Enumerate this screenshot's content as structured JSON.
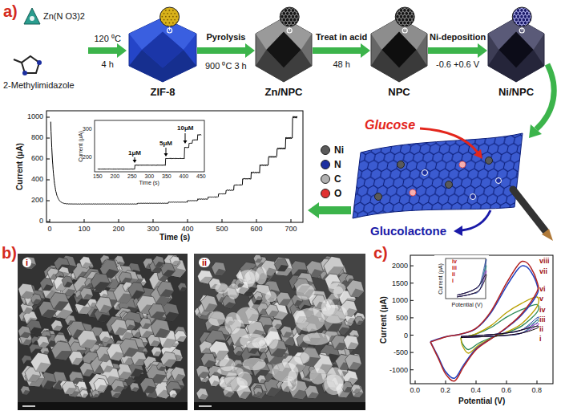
{
  "diagram": {
    "nodes": [
      {
        "text": [
          "ZIF-8"
        ]
      },
      {
        "text": [
          "Zn/NPC"
        ]
      },
      {
        "text": [
          "NPC"
        ]
      },
      {
        "text": [
          "Ni/NPC"
        ]
      }
    ],
    "edges": [
      {
        "from": 0,
        "to": 1,
        "arrow": "to",
        "label": "Pyrolysis"
      },
      {
        "from": 1,
        "to": 2,
        "arrow": "to",
        "label": "Treat in acid"
      },
      {
        "from": 2,
        "to": 3,
        "arrow": "to",
        "label": "Ni-deposition"
      }
    ],
    "labels": [
      "a)",
      "Zn(N O3)2",
      "120 ⁰C",
      "4 h",
      "2-Methylimidazole",
      "900 ⁰C 3 h",
      "48 h",
      "-0.6 +0.6 V",
      "Current (μA)",
      "0",
      "200",
      "400",
      "600",
      "800",
      "1000",
      "0",
      "100",
      "200",
      "300",
      "400",
      "500",
      "600",
      "700",
      "Time (s)",
      "Current (μA)",
      "300",
      "200",
      "150",
      "200",
      "250",
      "300",
      "350",
      "400",
      "450",
      "Time (s)",
      "1μM",
      "5μM",
      "10μM",
      "Glucose",
      "Glucolactone",
      "b)",
      "i",
      "ii",
      "c)",
      "Current (μA)",
      "-1000",
      "-500",
      "0",
      "500",
      "1000",
      "1500",
      "2000",
      "0.0",
      "0.2",
      "0.4",
      "0.6",
      "0.8",
      "Potential (V)",
      "viii",
      "vii",
      "vi",
      "v",
      "iv",
      "iii",
      "ii",
      "i",
      "Current (μA)",
      "Potential (V)",
      "iv",
      "iii",
      "ii",
      "i"
    ],
    "legend": [
      {
        "text": "Ni",
        "color": "#5a5a5a"
      },
      {
        "text": "N",
        "color": "#1c2fa0"
      },
      {
        "text": "C",
        "color": "#b0b0b0"
      },
      {
        "text": "O",
        "color": "#e03030"
      }
    ]
  }
}
